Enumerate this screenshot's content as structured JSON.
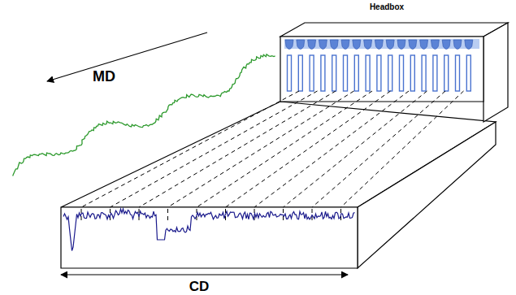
{
  "diagram": {
    "labels": [
      "Headbox",
      "MD",
      "CD"
    ]
  }
}
